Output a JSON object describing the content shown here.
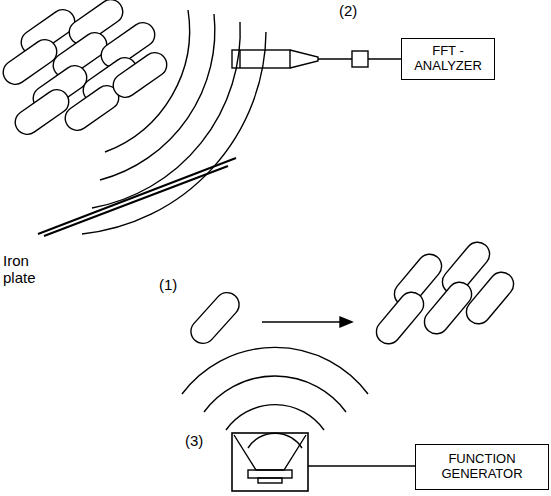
{
  "diagram": {
    "nodes": [
      {
        "text": [
          "FFT - ANALYZER"
        ]
      },
      {
        "text": [
          "FUNCTION GENERATOR"
        ]
      }
    ],
    "labels": [
      "(2)",
      "Iron plate",
      "(1)",
      "(3)"
    ]
  }
}
